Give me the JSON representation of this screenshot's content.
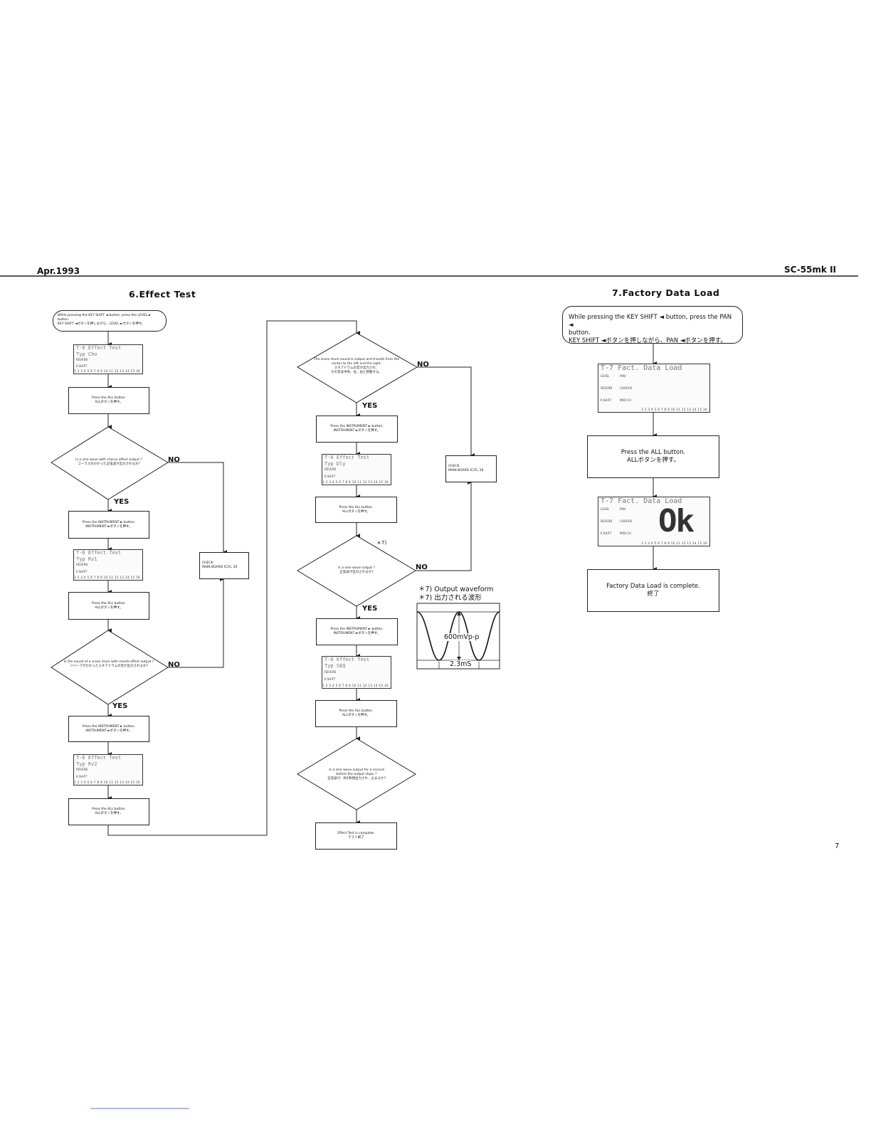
{
  "header": {
    "left": "Apr.1993",
    "right": "SC-55mk II"
  },
  "page_number": "7",
  "sec6": {
    "title": "6.Effect  Test",
    "start": {
      "en": "While pressing the KEY SHIFT ◄ button, press the LEVEL ► button.",
      "jp": "KEY SHIFT ◄ボタンを押しながら、LEVEL ►ボタンを押す。"
    },
    "lcd1": {
      "line1": "T-6   Effect Test",
      "line2": "Typ Cho"
    },
    "lcd2": {
      "line1": "T-6   Effect Test",
      "line2": "Typ Rv1"
    },
    "lcd3": {
      "line1": "T-6   Effect Test",
      "line2": "Typ Rv2"
    },
    "lcd4": {
      "line1": "T-6   Effect Test",
      "line2": "Typ Dly"
    },
    "lcd5": {
      "line1": "T-6   Effect Test",
      "line2": "Typ SEQ"
    },
    "lcd_labels": {
      "level": "LEVEL",
      "pan": "PAN",
      "reverb": "REVERB",
      "chorus": "CHORUS",
      "kshift": "K.SHIFT",
      "midi": "MIDI CH",
      "ruler": "1 2 3 4 5 6 7 8 9 10 11 12 13 14 15 16"
    },
    "press_all": {
      "en": "Press the ALL button.",
      "jp": "ALLボタンを押す。"
    },
    "press_instr": {
      "en": "Press the INSTRUMENT ► button.",
      "jp": "INSTRUMENT ►ボタンを押す。"
    },
    "q1": {
      "en": "Is a sine wave with chorus affect output ?",
      "jp": "コーラスのかかった正弦波が出力されるか?"
    },
    "q2": {
      "en": "Is the sound of a snare drum with reverb effect output ?",
      "jp": "リバーブがかかったスネアドラムの音が出力されるか?"
    },
    "q3": {
      "en": "The snare drum sound is output and transfe from the center to the left and the right.",
      "jp1": "スネアドラムの音が出力され、",
      "jp2": "その音は中央、左、右と移動する。"
    },
    "q4": {
      "en": "Is a sine wave output ?",
      "jp": "正弦波が出力されるか?"
    },
    "q5": {
      "en1": "Is a sine wave output for a second",
      "en2": "before the output stops ?",
      "jp": "正弦波が、約1秒間出力され、止まるか?"
    },
    "check1": {
      "l1": "CHECK",
      "l2": "MAIN BOARD IC25, 26"
    },
    "check2": {
      "l1": "CHECK",
      "l2": "MAIN BOARD IC25, 26"
    },
    "yes": "YES",
    "no": "NO",
    "note_mark": "＊7)",
    "waveform_title_en": "＊7)  Output  waveform",
    "waveform_title_jp": "＊7)  出力される波形",
    "waveform_amp": "600mVp-p",
    "waveform_period": "2.3mS",
    "complete": {
      "en": "Effect Test is complete.",
      "jp": "テスト終了"
    }
  },
  "sec7": {
    "title": "7.Factory  Data  Load",
    "start": {
      "en1": "While pressing the KEY SHIFT ◄ button, press the PAN ◄",
      "en2": "button.",
      "jp": "KEY SHIFT ◄ボタンを押しながら、PAN ◄ボタンを押す。"
    },
    "lcd1": {
      "line1": "T-7   Fact.  Data Load"
    },
    "lcd2": {
      "line1": "T-7   Fact.  Data Load",
      "ok": "Ok"
    },
    "press_all": {
      "en": "Press the ALL button.",
      "jp": "ALLボタンを押す。"
    },
    "complete": {
      "en": "Factory Data Load is complete.",
      "jp": "終了"
    }
  }
}
